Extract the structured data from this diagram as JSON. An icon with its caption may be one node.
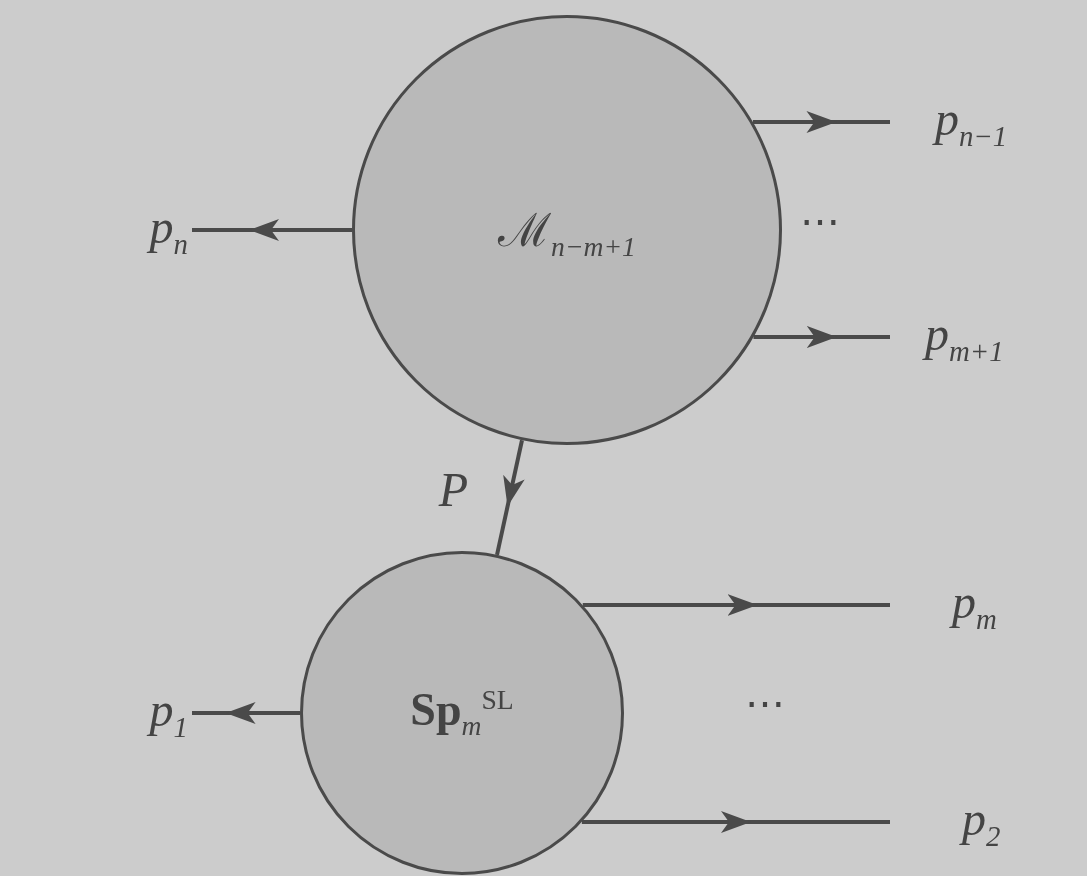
{
  "diagram": {
    "nodes": [
      {
        "text": [
          "ℳ$_{n−m+1}$"
        ]
      },
      {
        "text": [
          "p$_{n−1}$"
        ]
      },
      {
        "text": [
          "p$_{m+1}$"
        ]
      },
      {
        "text": [
          "p$_{n}$"
        ]
      },
      {
        "text": [
          "**Sp**$_{m}$$^{SL}$"
        ]
      },
      {
        "text": [
          "p$_{m}$"
        ]
      },
      {
        "text": [
          "p$_{2}$"
        ]
      },
      {
        "text": [
          "p$_{1}$"
        ]
      }
    ],
    "edges": [
      {
        "from": 0,
        "to": 1,
        "arrow": "to"
      },
      {
        "from": 0,
        "to": 2,
        "arrow": "to"
      },
      {
        "from": 0,
        "to": 3,
        "arrow": "to"
      },
      {
        "from": 0,
        "to": 4,
        "arrow": "to",
        "label": "P"
      },
      {
        "from": 4,
        "to": 5,
        "arrow": "to"
      },
      {
        "from": 4,
        "to": 6,
        "arrow": "to"
      },
      {
        "from": 4,
        "to": 7,
        "arrow": "to"
      }
    ],
    "labels": [
      "⋯",
      "⋯"
    ]
  }
}
